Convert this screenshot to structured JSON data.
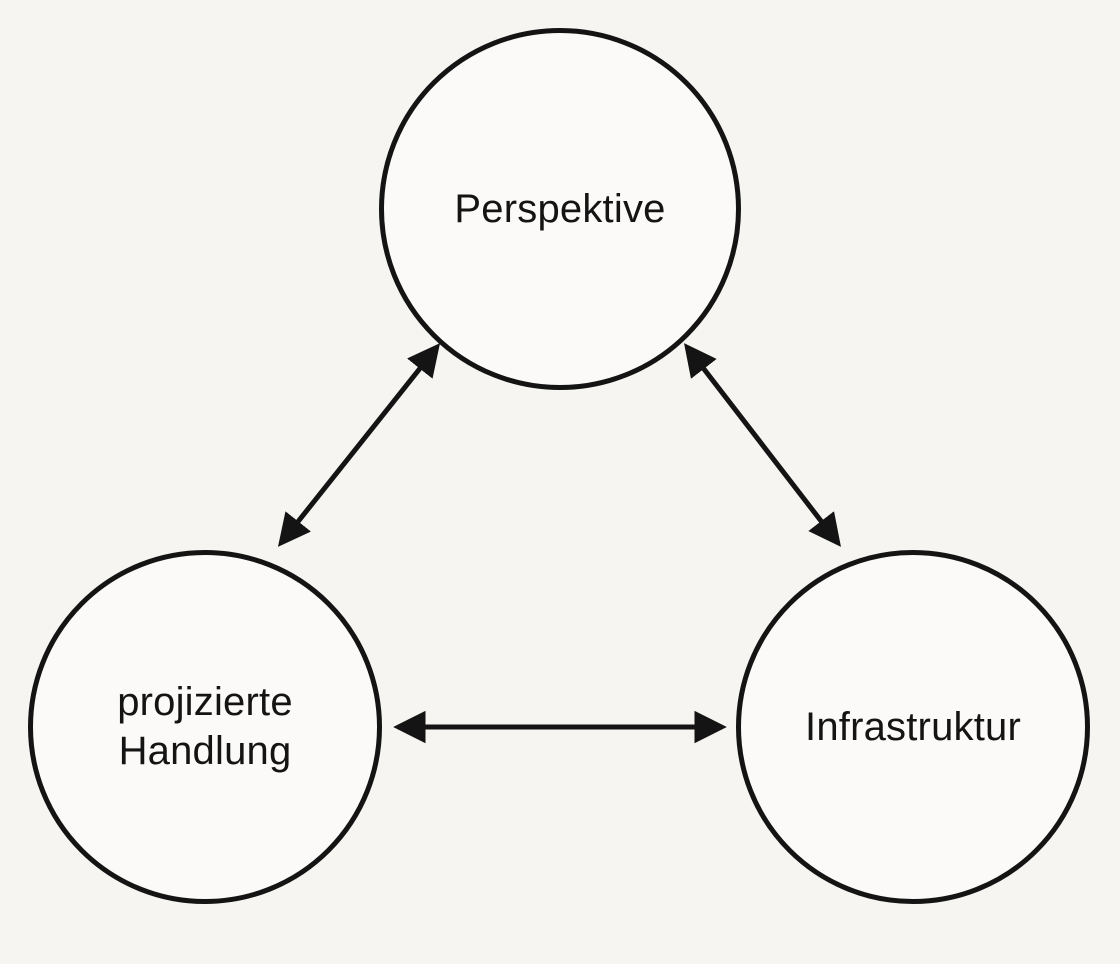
{
  "diagram": {
    "type": "relationship-diagram",
    "colors": {
      "background": "#f6f5f2",
      "node_fill": "#fbfaf8",
      "stroke": "#141414",
      "text": "#141414"
    },
    "nodes": [
      {
        "id": "perspektive",
        "label": "Perspektive"
      },
      {
        "id": "projizierte-handlung",
        "label": "projizierte\nHandlung"
      },
      {
        "id": "infrastruktur",
        "label": "Infrastruktur"
      }
    ],
    "edges": [
      {
        "from": "perspektive",
        "to": "projizierte-handlung",
        "direction": "bidirectional"
      },
      {
        "from": "perspektive",
        "to": "infrastruktur",
        "direction": "bidirectional"
      },
      {
        "from": "projizierte-handlung",
        "to": "infrastruktur",
        "direction": "bidirectional"
      }
    ]
  }
}
